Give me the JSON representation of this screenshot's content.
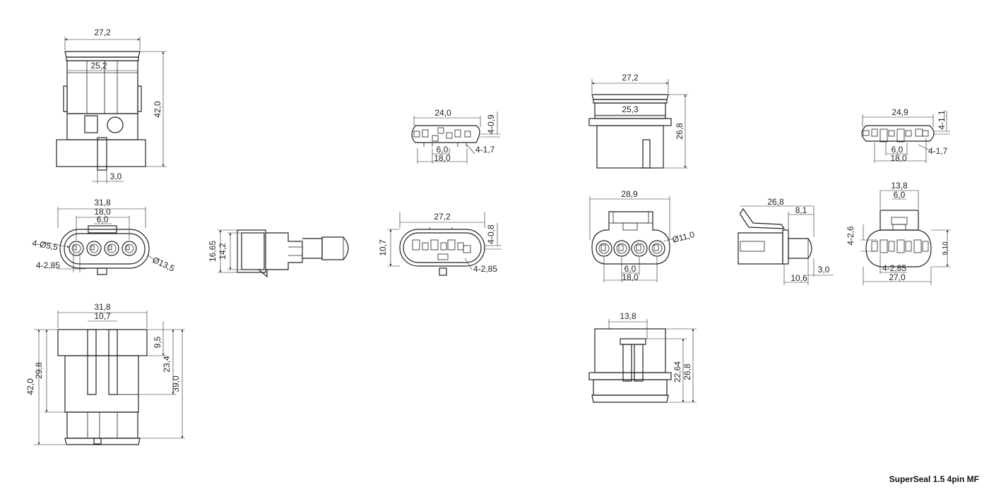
{
  "title": "SuperSeal 1.5 4pin MF",
  "views": {
    "male_side": {
      "width_top": "27,2",
      "width_inner": "25,2",
      "height": "42,0",
      "latch": "3,0"
    },
    "male_front": {
      "width": "31,8",
      "pitch_outer": "18,0",
      "pitch": "6,0",
      "holes": "4-Ø5,5",
      "pins": "4-2,85",
      "diameter": "Ø13,5"
    },
    "male_bottom": {
      "width": "31,8",
      "slot": "10,7",
      "h_total": "42,0",
      "h_body": "29,8",
      "h_top": "9,5",
      "h_mid": "23,4",
      "h_side": "39,0"
    },
    "male_profile": {
      "h_outer": "16,65",
      "h_inner": "14,2"
    },
    "male_top_face": {
      "width": "24,0",
      "slots": "4-0,9",
      "pitch": "6,0",
      "pitch_outer": "18,0",
      "terminal": "4-1,7"
    },
    "male_mating_face": {
      "width": "27,2",
      "slots": "4-0,8",
      "height": "10,7",
      "pins": "4-2,85"
    },
    "female_side": {
      "width_top": "27,2",
      "width_inner": "25,3",
      "height": "26,8"
    },
    "female_top_face": {
      "width": "24,9",
      "slots": "4-1,1",
      "pitch": "6,0",
      "pitch_outer": "18,0",
      "terminal": "4-1,7"
    },
    "female_front": {
      "width": "28,9",
      "diameter": "Ø11,0",
      "pitch": "6,0",
      "pitch_outer": "18,0"
    },
    "female_profile": {
      "length": "26,8",
      "latch": "8,1",
      "bottom": "10,6",
      "step": "3,0"
    },
    "female_mating_face": {
      "latch_w": "13,8",
      "pitch": "6,0",
      "slots": "4-2,6",
      "height": "9,10",
      "pins": "4-2,85",
      "width": "27,0"
    },
    "female_bottom": {
      "latch_w": "13,8",
      "h_inner": "22,64",
      "h_outer": "26,8"
    }
  }
}
